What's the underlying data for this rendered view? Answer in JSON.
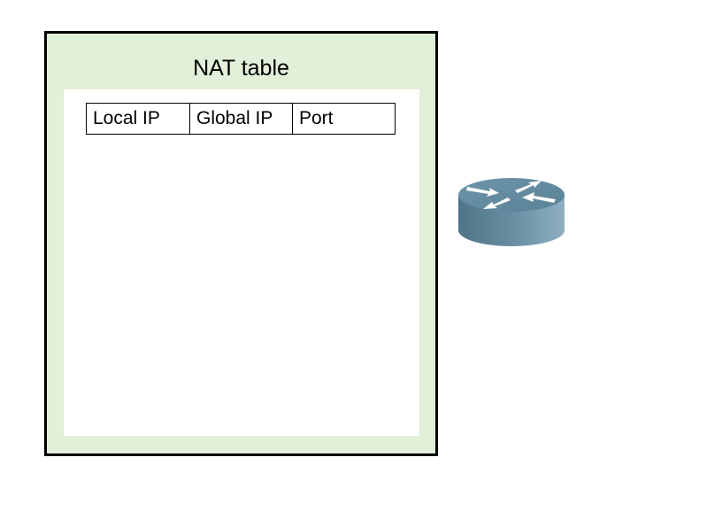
{
  "nat_table": {
    "title": "NAT table",
    "columns": [
      "Local IP",
      "Global IP",
      "Port"
    ],
    "rows": []
  },
  "router": {
    "icon": "router-icon"
  },
  "colors": {
    "panel_fill": "#e2efd9",
    "panel_border": "#000000",
    "router_body": "#5b8196",
    "router_top": "#7aa0b4"
  }
}
